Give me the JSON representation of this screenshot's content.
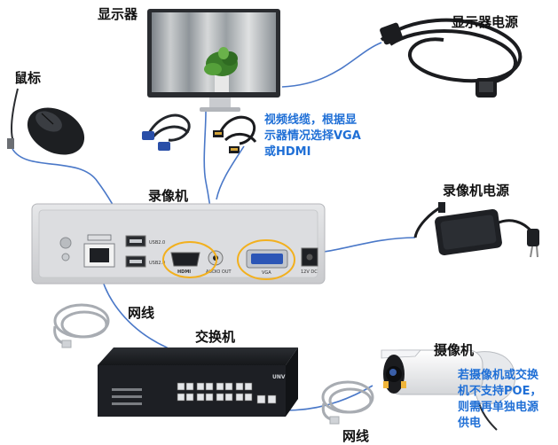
{
  "labels": {
    "monitor": "显示器",
    "monitor_power": "显示器电源",
    "mouse": "鼠标",
    "recorder": "录像机",
    "recorder_power": "录像机电源",
    "network_cable_top": "网线",
    "switch": "交换机",
    "camera": "摄像机",
    "network_cable_bottom": "网线"
  },
  "notes": {
    "video_cable": [
      "视频线缆，根据显",
      "示器情况选择VGA",
      "或HDMI"
    ],
    "camera_power": [
      "若摄像机或交换",
      "机不支持POE，",
      "则需再单独电源",
      "供电"
    ]
  },
  "ports": {
    "usb2": "USB2.0",
    "usb1": "USB2.0",
    "audio_out": "AUDIO OUT",
    "vga": "VGA",
    "hdmi": "HDMI",
    "dc": "12V DC"
  },
  "brand": "UNV",
  "colors": {
    "cable_line": "#4a78c8",
    "highlight_ring": "#f2b01e",
    "note_text": "#1f6fd6",
    "device_dark": "#1d1f24",
    "recorder_panel": "#d9dadc"
  }
}
